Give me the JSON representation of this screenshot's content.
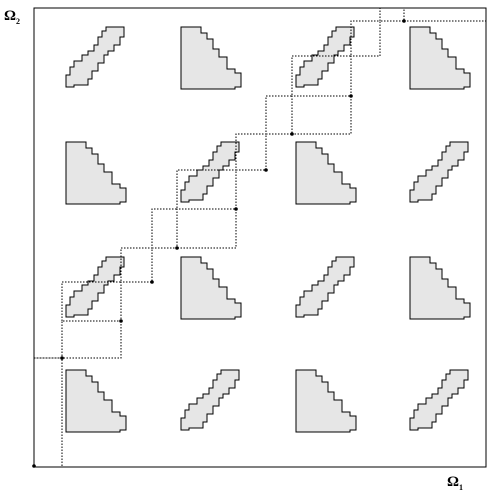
{
  "axes": {
    "x_label": "Ω",
    "x_sub": "1",
    "y_label": "Ω",
    "y_sub": "2"
  },
  "grid": {
    "rows": 4,
    "cols": 4,
    "cells": [
      [
        "blob",
        "pent",
        "blob",
        "pent"
      ],
      [
        "pent",
        "blob",
        "pent",
        "blob"
      ],
      [
        "blob",
        "pent",
        "blob",
        "pent"
      ],
      [
        "pent",
        "blob",
        "pent",
        "blob"
      ]
    ]
  },
  "colors": {
    "shape_fill": "#e6e6e6",
    "stroke": "#000000",
    "path_stroke": "#000000"
  }
}
